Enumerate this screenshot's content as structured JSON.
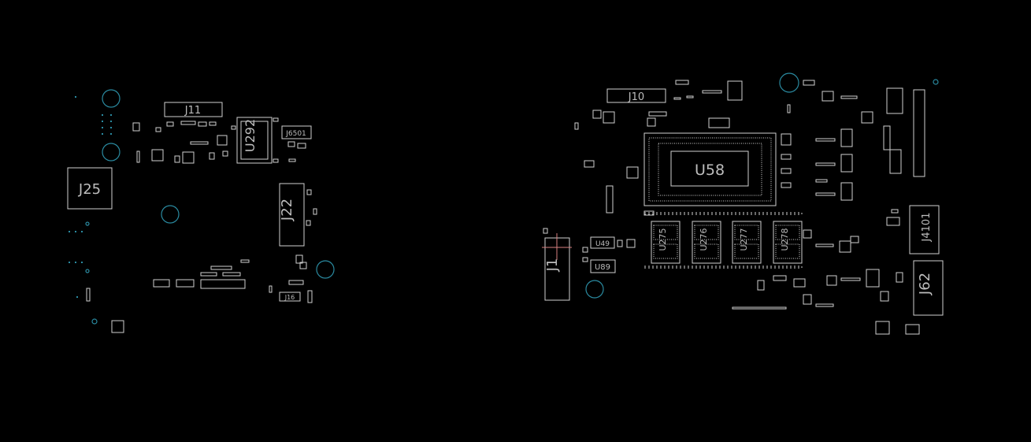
{
  "board": {
    "colors": {
      "background": "#000000",
      "outline": "#cfcfcf",
      "label": "#bdbdbd",
      "hole": "#2a8aa0"
    },
    "labels": {
      "J11": "J11",
      "U292": "U292",
      "J6501": "J6501",
      "J25": "J25",
      "J22": "J22",
      "J16": "J16",
      "J10": "J10",
      "U58": "U58",
      "J4101": "J4101",
      "J1": "J1",
      "U89": "U89",
      "J62": "J62",
      "U275": "U275",
      "U276": "U276",
      "U277": "U277",
      "U278": "U278",
      "U49": "U49"
    }
  }
}
